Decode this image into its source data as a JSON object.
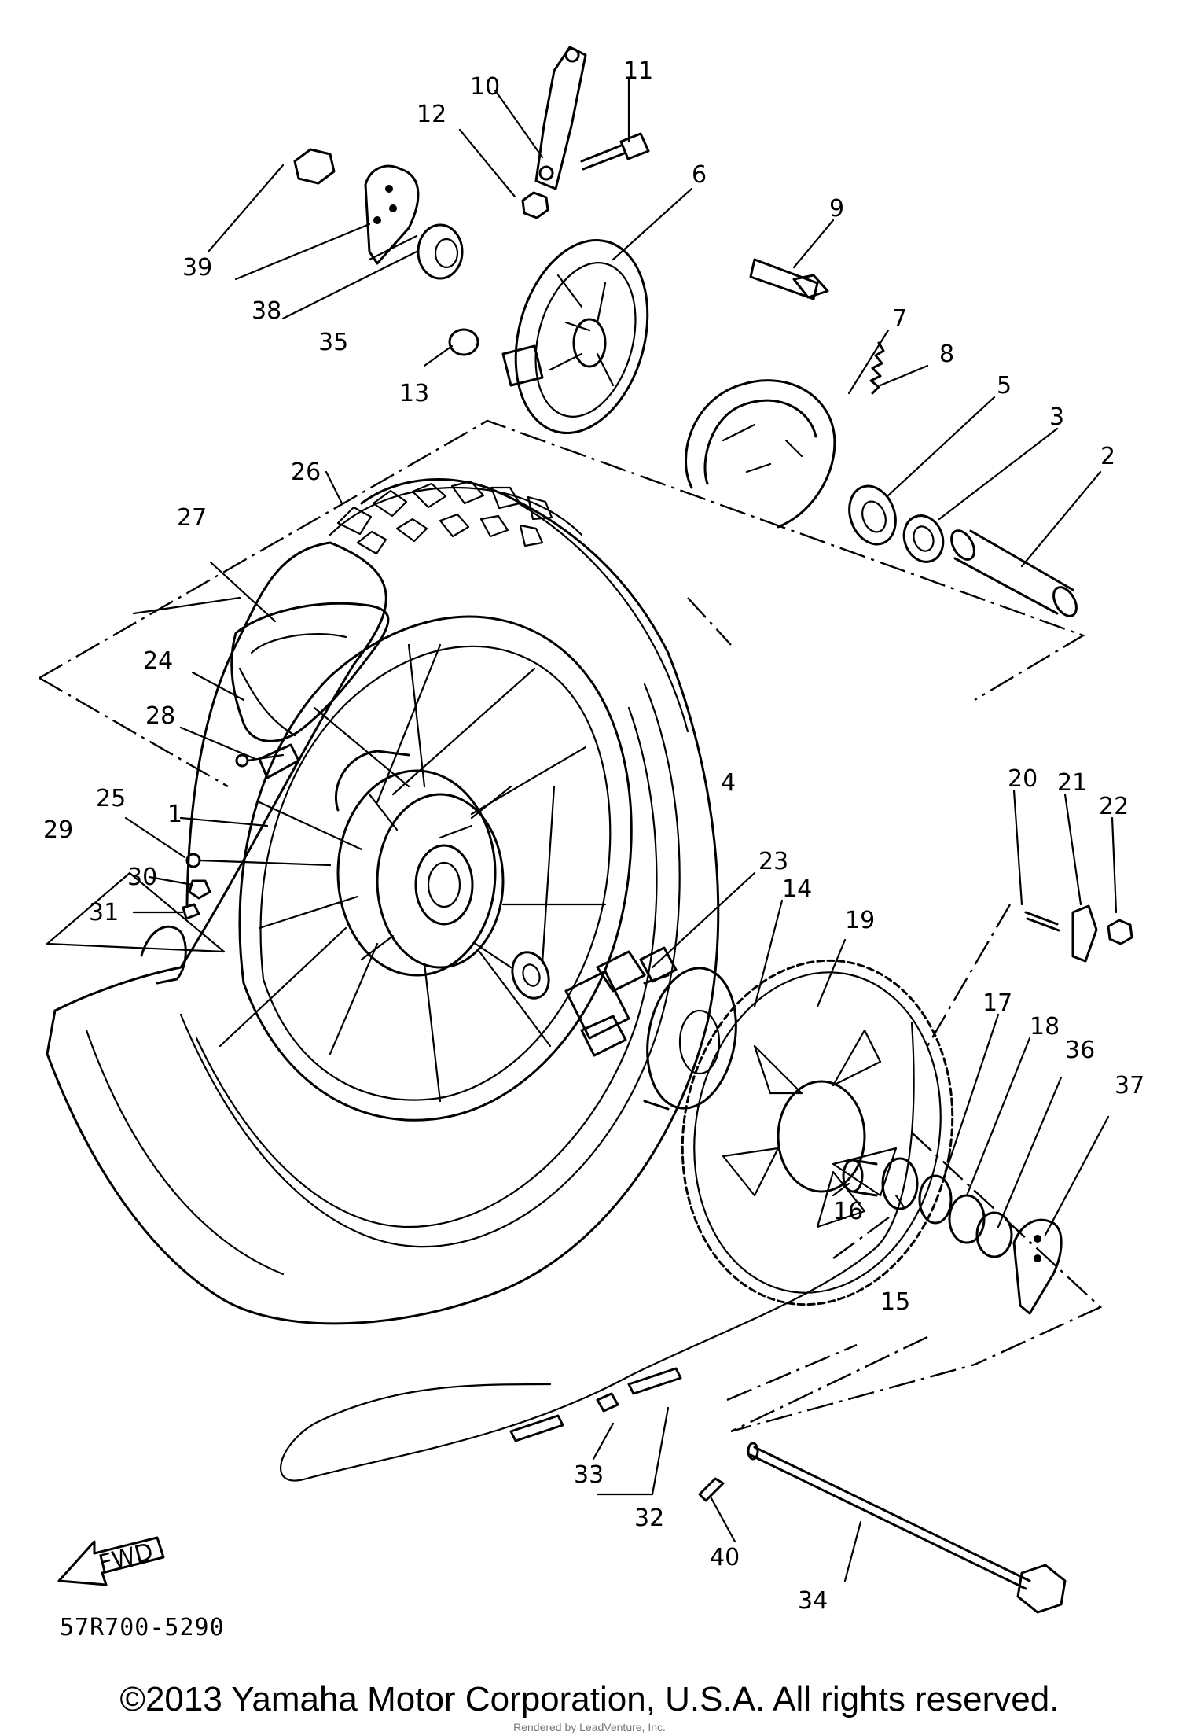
{
  "callouts": {
    "n1": "1",
    "n2": "2",
    "n3": "3",
    "n4": "4",
    "n5": "5",
    "n6": "6",
    "n7": "7",
    "n8": "8",
    "n9": "9",
    "n10": "10",
    "n11": "11",
    "n12": "12",
    "n13": "13",
    "n14": "14",
    "n15": "15",
    "n16": "16",
    "n17": "17",
    "n18": "18",
    "n19": "19",
    "n20": "20",
    "n21": "21",
    "n22": "22",
    "n23": "23",
    "n24": "24",
    "n25": "25",
    "n26": "26",
    "n27": "27",
    "n28": "28",
    "n29": "29",
    "n30": "30",
    "n31": "31",
    "n32": "32",
    "n33": "33",
    "n34": "34",
    "n35": "35",
    "n36": "36",
    "n37": "37",
    "n38": "38",
    "n39": "39",
    "n40": "40"
  },
  "fwd_label": "FWD",
  "diagram_code": "57R700-5290",
  "copyright": "©2013 Yamaha Motor Corporation, U.S.A. All rights reserved.",
  "rendered_by": "Rendered by LeadVenture, Inc."
}
